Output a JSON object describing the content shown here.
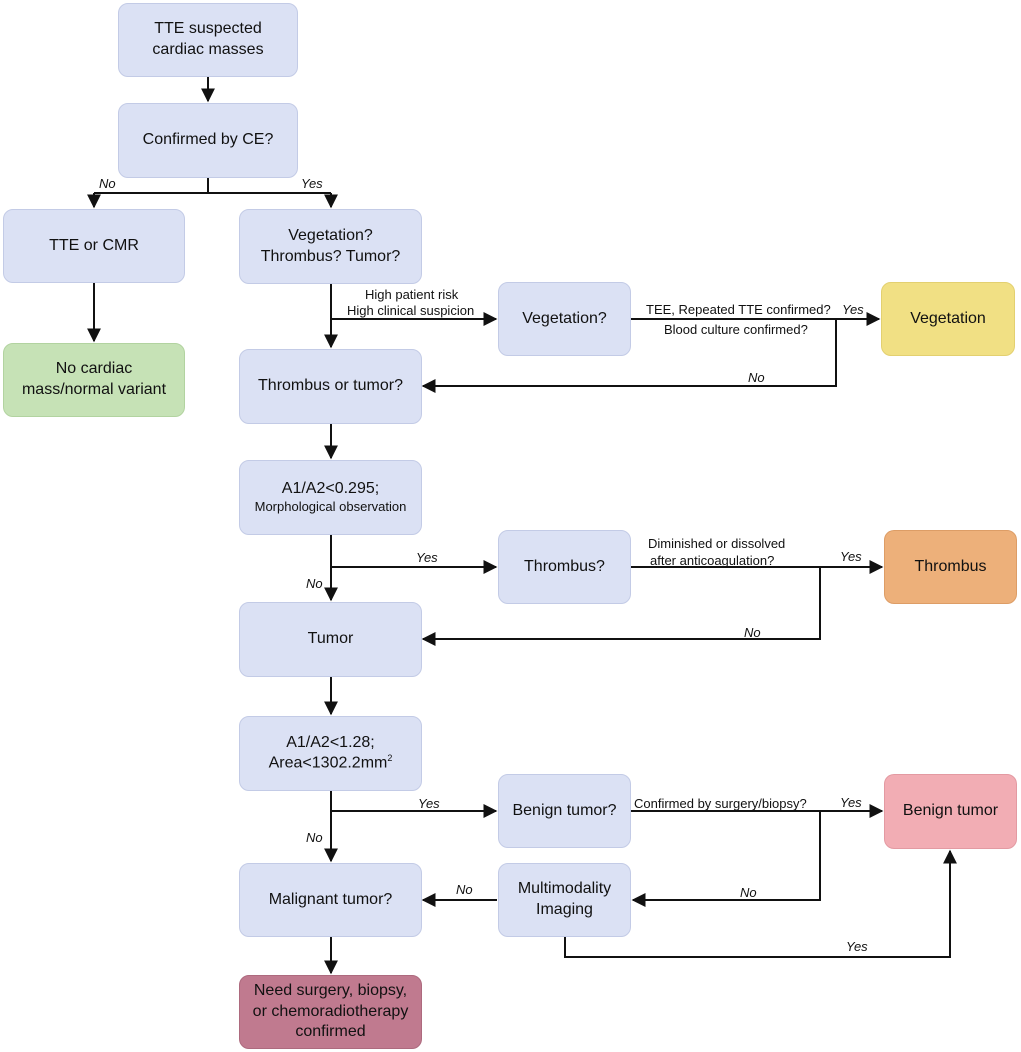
{
  "nodes": {
    "start": [
      "TTE suspected",
      "cardiac masses"
    ],
    "confirmed_ce": "Confirmed by CE?",
    "tte_cmr": "TTE or CMR",
    "no_mass": [
      "No cardiac",
      "mass/normal variant"
    ],
    "vtt": [
      "Vegetation?",
      "Thrombus? Tumor?"
    ],
    "vegetation_q": "Vegetation?",
    "vegetation": "Vegetation",
    "thrombus_or_tumor": "Thrombus or tumor?",
    "a1a2_first": {
      "line1": "A1/A2<0.295;",
      "line2": "Morphological observation"
    },
    "thrombus_q": "Thrombus?",
    "thrombus": "Thrombus",
    "tumor": "Tumor",
    "a1a2_second": {
      "line1": "A1/A2<1.28;",
      "line2_text": "Area<1302.2mm",
      "line2_sup": "2"
    },
    "benign_q": "Benign tumor?",
    "benign": "Benign tumor",
    "malignant_q": "Malignant tumor?",
    "multimodality": [
      "Multimodality",
      "Imaging"
    ],
    "need_surgery": [
      "Need surgery, biopsy,",
      "or chemoradiotherapy",
      "confirmed"
    ]
  },
  "edge_labels": {
    "no": "No",
    "yes": "Yes",
    "high_risk": "High patient risk",
    "high_suspicion": "High clinical suspicion",
    "tee_repeated": "TEE, Repeated TTE confirmed?",
    "blood_culture": "Blood culture confirmed?",
    "diminished": "Diminished or dissolved",
    "anticoagulation": "after anticoagulation?",
    "surgery_biopsy": "Confirmed by surgery/biopsy?"
  }
}
